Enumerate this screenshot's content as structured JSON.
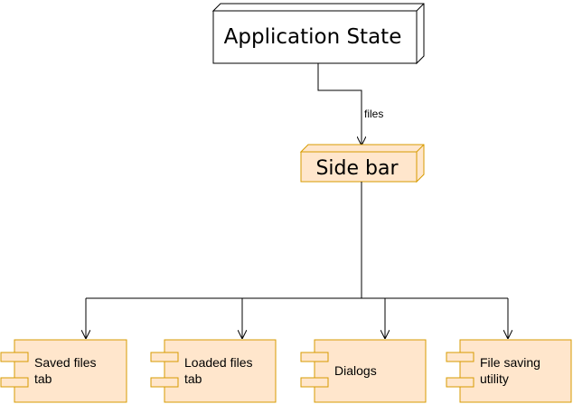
{
  "nodes": {
    "app_state": {
      "label": "Application State"
    },
    "side_bar": {
      "label": "Side bar"
    },
    "saved_files": {
      "line1": "Saved files",
      "line2": "tab"
    },
    "loaded_files": {
      "line1": "Loaded files",
      "line2": "tab"
    },
    "dialogs": {
      "label": "Dialogs"
    },
    "file_saving": {
      "line1": "File saving",
      "line2": "utility"
    }
  },
  "edges": {
    "app_to_sidebar": {
      "label": "files"
    }
  },
  "colors": {
    "component_fill": "#ffe6cc",
    "component_stroke": "#d79b00",
    "plain_fill": "#ffffff",
    "stroke": "#000000"
  }
}
